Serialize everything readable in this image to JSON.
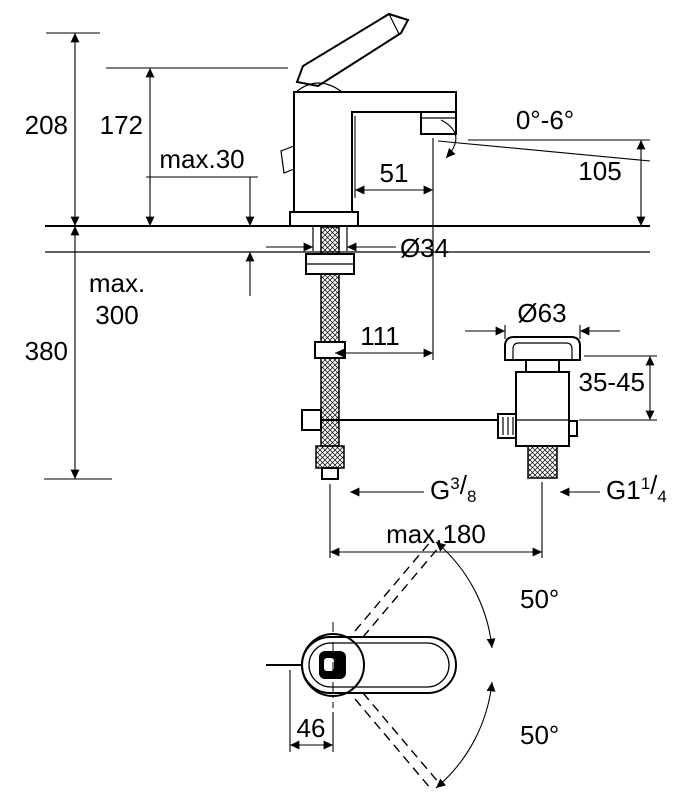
{
  "page": {
    "background": "#ffffff",
    "line_color": "#000000"
  },
  "diagram": {
    "kind": "faucet-technical-dimension-drawing",
    "labels": {
      "overall_height": "208",
      "body_height": "172",
      "counter_thickness": "max.30",
      "spout_front": "51",
      "aerator_angle": "0°-6°",
      "outlet_height": "105",
      "hole_diameter": "Ø34",
      "hose_note_line1": "max.",
      "hose_note_line2": "300",
      "below_counter_depth": "380",
      "outlet_reach": "111",
      "flange_diameter": "Ø63",
      "flange_height_range": "35-45",
      "supply_thread": {
        "base": "G",
        "sup": "3",
        "slash": "/",
        "sub": "8"
      },
      "drain_thread": {
        "base": "G1",
        "sup": "1",
        "slash": "/",
        "sub": "4"
      },
      "max_center_distance": "max.180",
      "swivel_upper": "50°",
      "swivel_lower": "50°",
      "outlet_offset": "46"
    }
  }
}
